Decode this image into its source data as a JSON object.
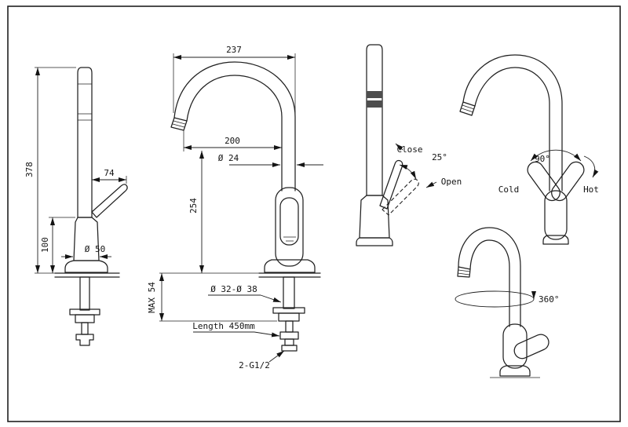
{
  "side_view": {
    "height": "378",
    "handle_length": "74",
    "body_height": "100",
    "base_diameter": "Ø 50"
  },
  "front_view": {
    "overall_width": "237",
    "spout_reach": "200",
    "spout_diameter": "Ø 24",
    "spout_height": "254",
    "hole_diameter": "Ø 32-Ø 38",
    "max_counter_thickness": "MAX 54",
    "hose_length": "Length 450mm",
    "connection_thread": "2-G1/2"
  },
  "lever_view": {
    "close_label": "Close",
    "open_label": "Open",
    "open_angle": "25°"
  },
  "mixing_view": {
    "swivel_angle": "90°",
    "cold_label": "Cold",
    "hot_label": "Hot"
  },
  "swivel_view": {
    "rotation_angle": "360°"
  }
}
